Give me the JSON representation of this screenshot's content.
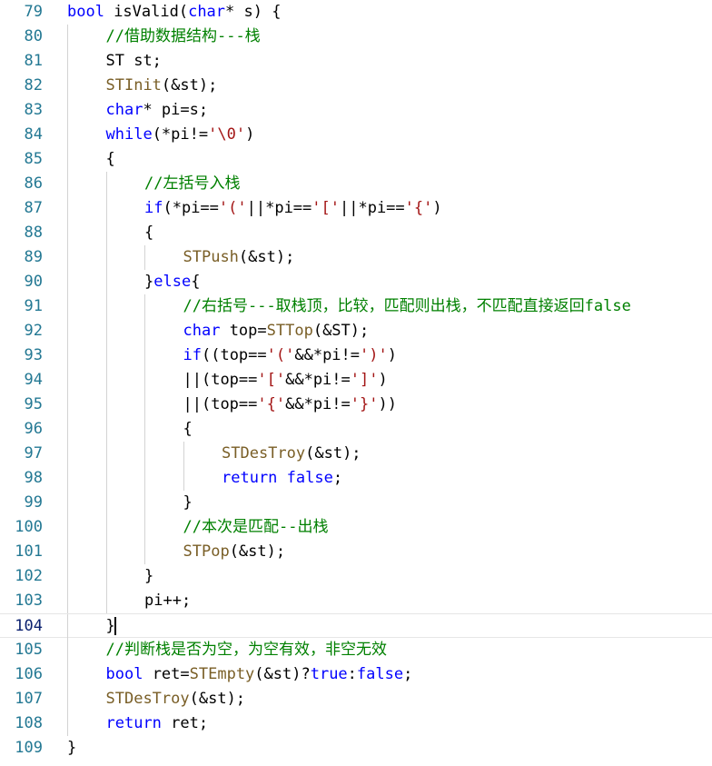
{
  "editor": {
    "current_line": "104",
    "lines": [
      {
        "n": "79",
        "indent": 0,
        "tokens": [
          [
            "kw",
            "bool"
          ],
          [
            "t",
            " isValid("
          ],
          [
            "kw",
            "char"
          ],
          [
            "t",
            "* s) {"
          ]
        ]
      },
      {
        "n": "80",
        "indent": 1,
        "tokens": [
          [
            "cmt",
            "//借助数据结构---栈"
          ]
        ]
      },
      {
        "n": "81",
        "indent": 1,
        "tokens": [
          [
            "t",
            "ST st;"
          ]
        ]
      },
      {
        "n": "82",
        "indent": 1,
        "tokens": [
          [
            "fn",
            "STInit"
          ],
          [
            "t",
            "(&st);"
          ]
        ]
      },
      {
        "n": "83",
        "indent": 1,
        "tokens": [
          [
            "kw",
            "char"
          ],
          [
            "t",
            "* pi=s;"
          ]
        ]
      },
      {
        "n": "84",
        "indent": 1,
        "tokens": [
          [
            "kw",
            "while"
          ],
          [
            "t",
            "(*pi!="
          ],
          [
            "str",
            "'\\0'"
          ],
          [
            "t",
            ")"
          ]
        ]
      },
      {
        "n": "85",
        "indent": 1,
        "tokens": [
          [
            "t",
            "{"
          ]
        ]
      },
      {
        "n": "86",
        "indent": 2,
        "tokens": [
          [
            "cmt",
            "//左括号入栈"
          ]
        ]
      },
      {
        "n": "87",
        "indent": 2,
        "tokens": [
          [
            "kw",
            "if"
          ],
          [
            "t",
            "(*pi=="
          ],
          [
            "str",
            "'('"
          ],
          [
            "t",
            "||*pi=="
          ],
          [
            "str",
            "'['"
          ],
          [
            "t",
            "||*pi=="
          ],
          [
            "str",
            "'{'"
          ],
          [
            "t",
            ")"
          ]
        ]
      },
      {
        "n": "88",
        "indent": 2,
        "tokens": [
          [
            "t",
            "{"
          ]
        ]
      },
      {
        "n": "89",
        "indent": 3,
        "tokens": [
          [
            "fn",
            "STPush"
          ],
          [
            "t",
            "(&st);"
          ]
        ]
      },
      {
        "n": "90",
        "indent": 2,
        "tokens": [
          [
            "t",
            "}"
          ],
          [
            "kw",
            "else"
          ],
          [
            "t",
            "{"
          ]
        ]
      },
      {
        "n": "91",
        "indent": 3,
        "tokens": [
          [
            "cmt",
            "//右括号---取栈顶，比较，匹配则出栈，不匹配直接返回false"
          ]
        ]
      },
      {
        "n": "92",
        "indent": 3,
        "tokens": [
          [
            "kw",
            "char"
          ],
          [
            "t",
            " top="
          ],
          [
            "fn",
            "STTop"
          ],
          [
            "t",
            "(&ST);"
          ]
        ]
      },
      {
        "n": "93",
        "indent": 3,
        "tokens": [
          [
            "kw",
            "if"
          ],
          [
            "t",
            "((top=="
          ],
          [
            "str",
            "'('"
          ],
          [
            "t",
            "&&*pi!="
          ],
          [
            "str",
            "')'"
          ],
          [
            "t",
            ")"
          ]
        ]
      },
      {
        "n": "94",
        "indent": 3,
        "tokens": [
          [
            "t",
            "||(top=="
          ],
          [
            "str",
            "'['"
          ],
          [
            "t",
            "&&*pi!="
          ],
          [
            "str",
            "']'"
          ],
          [
            "t",
            ")"
          ]
        ]
      },
      {
        "n": "95",
        "indent": 3,
        "tokens": [
          [
            "t",
            "||(top=="
          ],
          [
            "str",
            "'{'"
          ],
          [
            "t",
            "&&*pi!="
          ],
          [
            "str",
            "'}'"
          ],
          [
            "t",
            "))"
          ]
        ]
      },
      {
        "n": "96",
        "indent": 3,
        "tokens": [
          [
            "t",
            "{"
          ]
        ]
      },
      {
        "n": "97",
        "indent": 4,
        "tokens": [
          [
            "fn",
            "STDesTroy"
          ],
          [
            "t",
            "(&st);"
          ]
        ]
      },
      {
        "n": "98",
        "indent": 4,
        "tokens": [
          [
            "kw",
            "return"
          ],
          [
            "t",
            " "
          ],
          [
            "kw",
            "false"
          ],
          [
            "t",
            ";"
          ]
        ]
      },
      {
        "n": "99",
        "indent": 3,
        "tokens": [
          [
            "t",
            "}"
          ]
        ]
      },
      {
        "n": "100",
        "indent": 3,
        "tokens": [
          [
            "cmt",
            "//本次是匹配--出栈"
          ]
        ]
      },
      {
        "n": "101",
        "indent": 3,
        "tokens": [
          [
            "fn",
            "STPop"
          ],
          [
            "t",
            "(&st);"
          ]
        ]
      },
      {
        "n": "102",
        "indent": 2,
        "tokens": [
          [
            "t",
            "}"
          ]
        ]
      },
      {
        "n": "103",
        "indent": 2,
        "tokens": [
          [
            "t",
            "pi++;"
          ]
        ]
      },
      {
        "n": "104",
        "indent": 1,
        "tokens": [
          [
            "t",
            "}"
          ]
        ],
        "caret": true
      },
      {
        "n": "105",
        "indent": 1,
        "tokens": [
          [
            "cmt",
            "//判断栈是否为空，为空有效，非空无效"
          ]
        ]
      },
      {
        "n": "106",
        "indent": 1,
        "tokens": [
          [
            "kw",
            "bool"
          ],
          [
            "t",
            " ret="
          ],
          [
            "fn",
            "STEmpty"
          ],
          [
            "t",
            "(&st)?"
          ],
          [
            "kw",
            "true"
          ],
          [
            "t",
            ":"
          ],
          [
            "kw",
            "false"
          ],
          [
            "t",
            ";"
          ]
        ]
      },
      {
        "n": "107",
        "indent": 1,
        "tokens": [
          [
            "fn",
            "STDesTroy"
          ],
          [
            "t",
            "(&st);"
          ]
        ]
      },
      {
        "n": "108",
        "indent": 1,
        "tokens": [
          [
            "kw",
            "return"
          ],
          [
            "t",
            " ret;"
          ]
        ]
      },
      {
        "n": "109",
        "indent": 0,
        "tokens": [
          [
            "t",
            "}"
          ]
        ]
      }
    ]
  }
}
